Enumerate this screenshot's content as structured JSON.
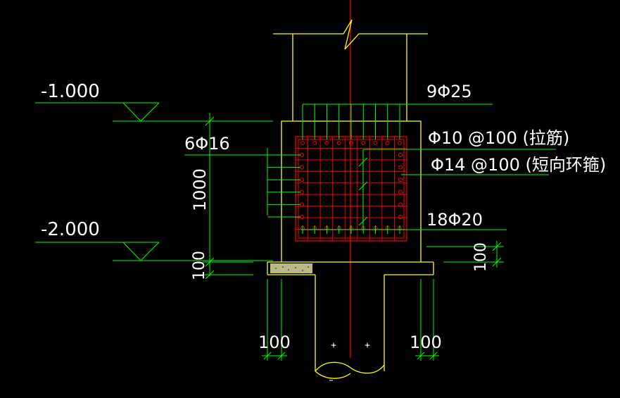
{
  "colors": {
    "background": "#000000",
    "concrete_outline": "#ffff00",
    "rebar": "#ff0000",
    "dimension": "#00ff00",
    "text": "#ffffff",
    "centerline": "#ff0000"
  },
  "elevations": {
    "upper": "-1.000",
    "lower": "-2.000"
  },
  "rebar_labels": {
    "top_main": "9Φ25",
    "side_main": "6Φ16",
    "tie_bar": "Φ10 @100 (拉筋)",
    "short_stirrup": "Φ14 @100 (短向环箍)",
    "bottom_main": "18Φ20"
  },
  "dimensions": {
    "height": "1000",
    "cushion_left": "100",
    "cushion_right": "100",
    "offset_left": "100",
    "offset_right": "100"
  },
  "markers": {
    "plus": "+"
  }
}
